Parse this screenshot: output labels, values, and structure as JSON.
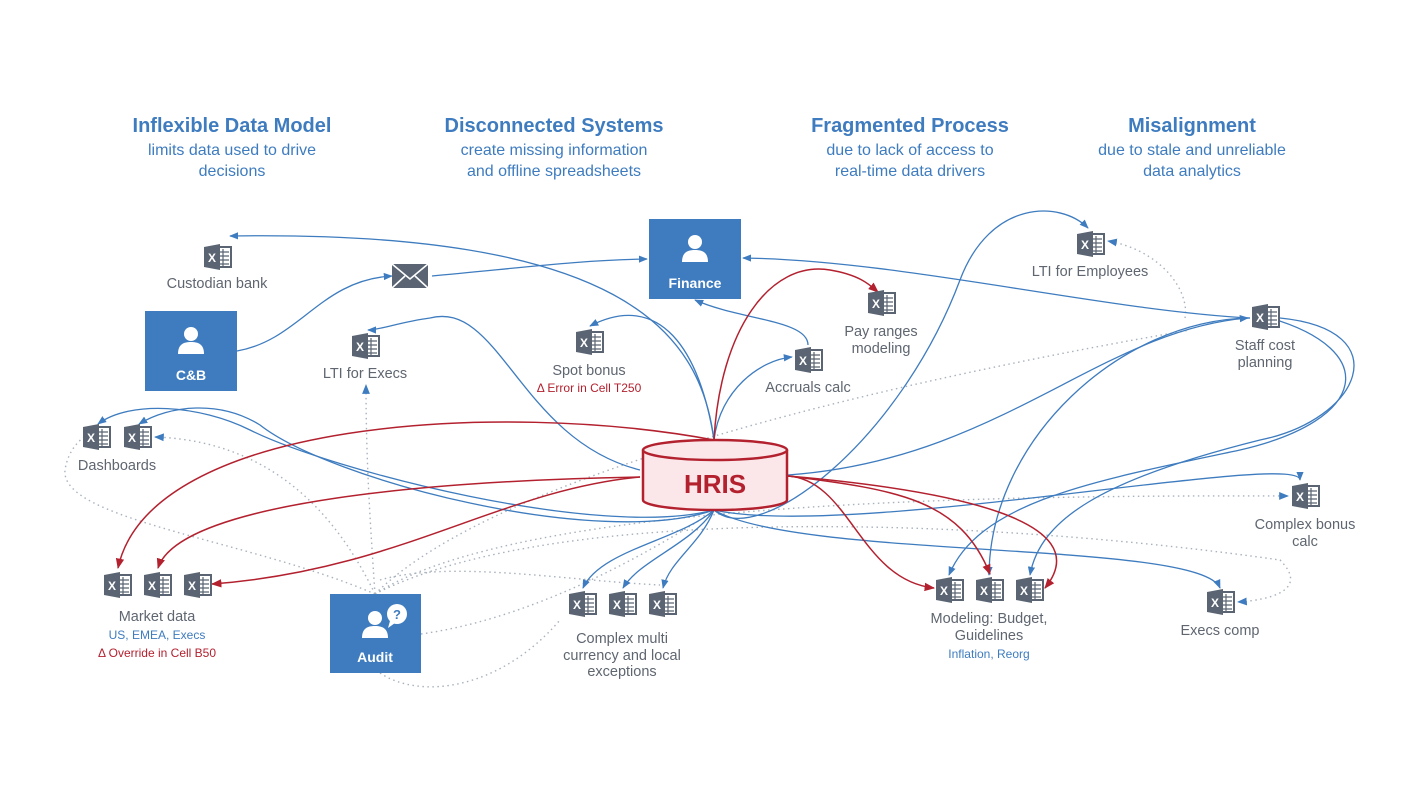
{
  "headers": [
    {
      "title": "Inflexible Data Model",
      "line1": "limits data used to drive",
      "line2": "decisions"
    },
    {
      "title": "Disconnected Systems",
      "line1": "create missing information",
      "line2": "and offline spreadsheets"
    },
    {
      "title": "Fragmented Process",
      "line1": "due to lack of access to",
      "line2": "real-time data drivers"
    },
    {
      "title": "Misalignment",
      "line1": "due to stale and unreliable",
      "line2": "data analytics"
    }
  ],
  "actors": {
    "cb": "C&B",
    "finance": "Finance",
    "audit": "Audit",
    "audit_badge": "?"
  },
  "hris": "HRIS",
  "spreadsheets": {
    "custodian": "Custodian bank",
    "lti_execs": "LTI for Execs",
    "spot_bonus": "Spot bonus",
    "spot_bonus_error": "Δ Error in Cell T250",
    "pay_ranges_1": "Pay ranges",
    "pay_ranges_2": "modeling",
    "accruals": "Accruals calc",
    "lti_employees": "LTI for Employees",
    "staff_cost_1": "Staff cost",
    "staff_cost_2": "planning",
    "dashboards": "Dashboards",
    "complex_bonus_1": "Complex bonus",
    "complex_bonus_2": "calc",
    "market_data": "Market data",
    "market_data_sub": "US, EMEA, Execs",
    "market_data_error": "Δ Override in Cell B50",
    "complex_multi_1": "Complex multi",
    "complex_multi_2": "currency and local",
    "complex_multi_3": "exceptions",
    "modeling_1": "Modeling: Budget,",
    "modeling_2": "Guidelines",
    "modeling_sub": "Inflation, Reorg",
    "execs_comp": "Execs comp"
  },
  "colors": {
    "blue": "#3e7cbf",
    "red": "#b3212f",
    "icon_gray": "#5a6472",
    "dotted": "#a8b2bd"
  }
}
